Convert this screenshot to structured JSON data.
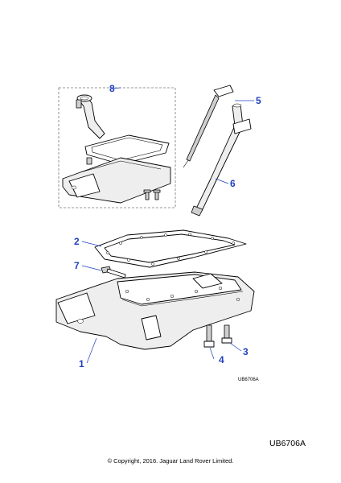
{
  "callouts": {
    "c1": "1",
    "c2": "2",
    "c3": "3",
    "c4": "4",
    "c5": "5",
    "c6": "6",
    "c7": "7",
    "c8": "8"
  },
  "drawing_code": "UB6706A",
  "reference_code": "UB6706A",
  "copyright": "© Copyright, 2016. Jaguar Land Rover Limited.",
  "colors": {
    "callout": "#1f3fbf",
    "line": "#000000",
    "inset_border": "#777777"
  }
}
